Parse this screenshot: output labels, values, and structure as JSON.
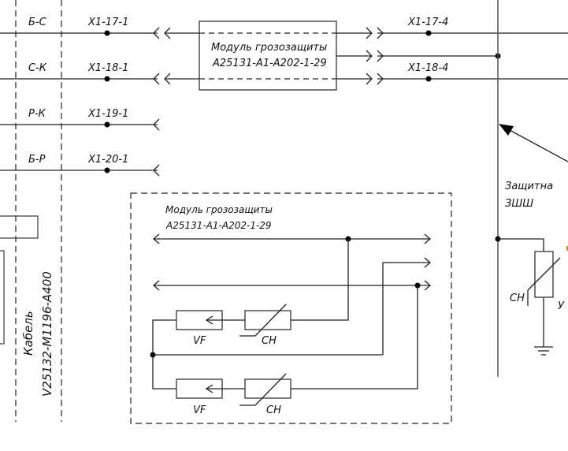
{
  "diagram": {
    "wire_labels": [
      "Б-С",
      "С-К",
      "Р-К",
      "Б-Р"
    ],
    "left_terminals": [
      "X1-17-1",
      "X1-18-1",
      "X1-19-1",
      "X1-20-1"
    ],
    "right_terminals": [
      "X1-17-4",
      "X1-18-4"
    ],
    "module_box": {
      "line1": "Модуль грозозащиты",
      "line2": "A25131-A1-A202-1-29"
    },
    "module_detail": {
      "line1": "Модуль грозозащиты",
      "line2": "A25131-A1-A202-1-29",
      "component_labels": [
        "VF",
        "CH",
        "VF",
        "CH"
      ]
    },
    "cable": {
      "line1": "Кабель",
      "line2": "V25132-M1196-A400"
    },
    "ground_bus": {
      "line1": "Защитна",
      "line2": "ЗШШ"
    },
    "right_varistor_label": "CH",
    "right_partial_label": "У",
    "accent_color": "#d08a2a"
  }
}
